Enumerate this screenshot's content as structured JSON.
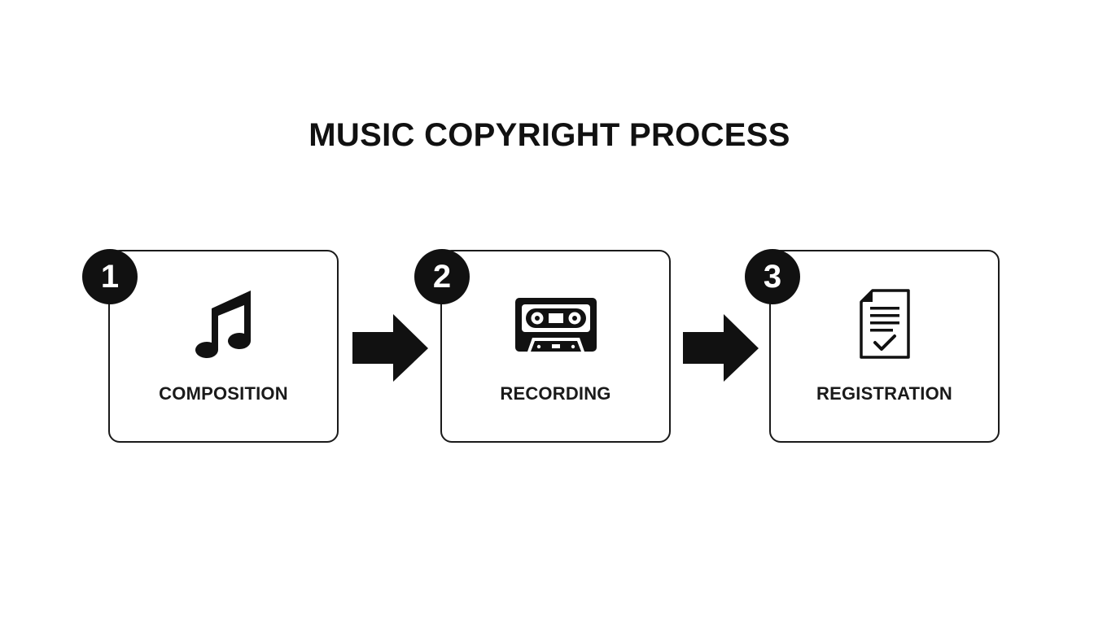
{
  "title": "MUSIC COPYRIGHT PROCESS",
  "steps": [
    {
      "number": "1",
      "label": "COMPOSITION",
      "icon": "music-note-icon"
    },
    {
      "number": "2",
      "label": "RECORDING",
      "icon": "cassette-tape-icon"
    },
    {
      "number": "3",
      "label": "REGISTRATION",
      "icon": "document-check-icon"
    }
  ],
  "colors": {
    "foreground": "#111111",
    "background": "#ffffff"
  }
}
